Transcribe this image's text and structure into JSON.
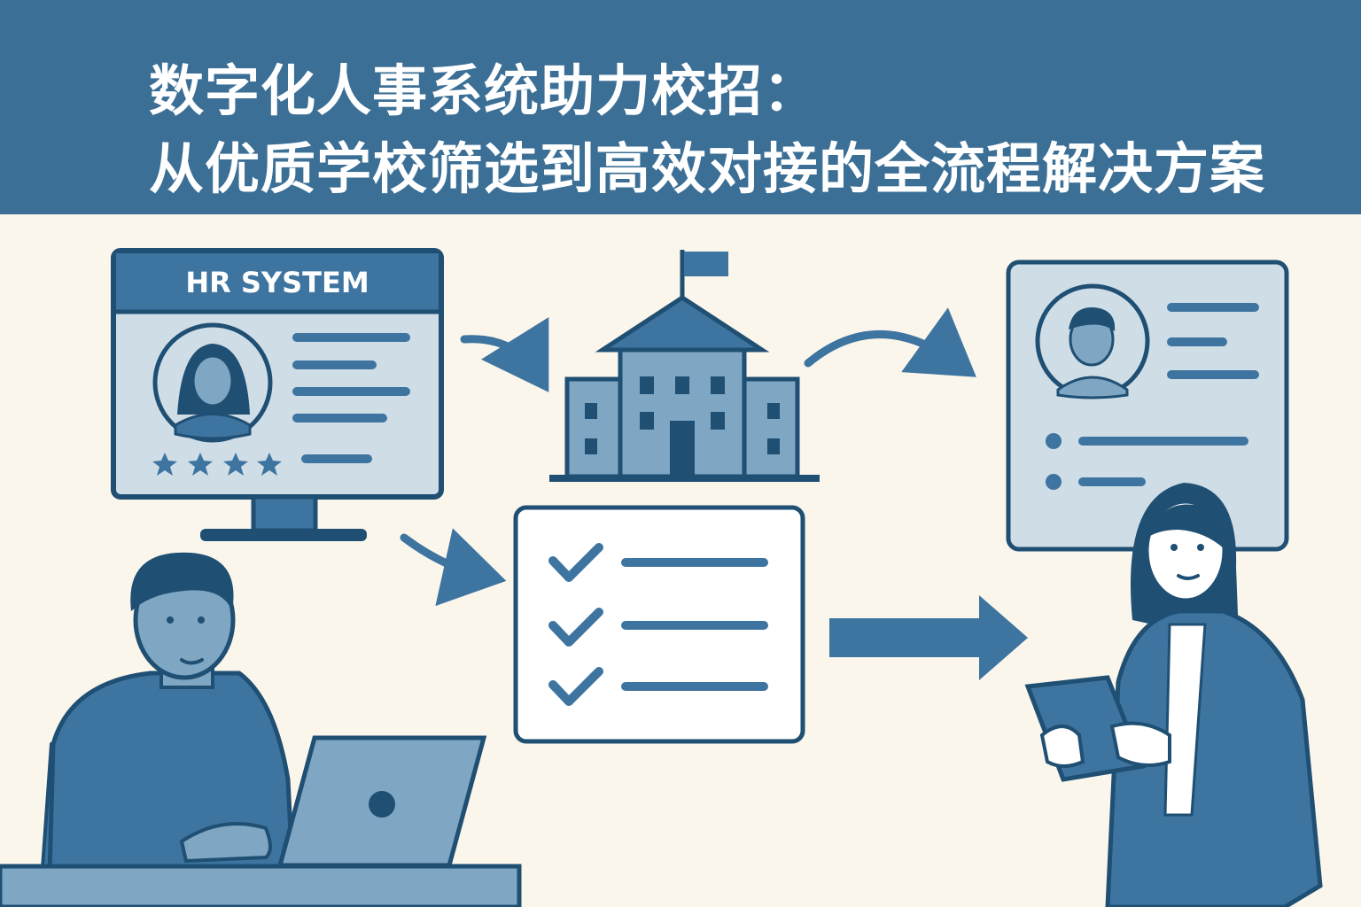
{
  "header": {
    "title_line1": "数字化人事系统助力校招：",
    "title_line2": "从优质学校筛选到高效对接的全流程解决方案"
  },
  "hr_monitor": {
    "label": "HR SYSTEM",
    "rating_stars": 4
  },
  "checklist": {
    "checked_items": 3
  },
  "colors": {
    "banner": "#3b6f96",
    "background": "#fbf6ec",
    "dark_blue": "#1f4f73",
    "mid_blue": "#3e74a0",
    "light_blue": "#cfdde6",
    "pale_blue": "#7fa6c2"
  },
  "icons": [
    "monitor-icon",
    "school-building-icon",
    "flag-icon",
    "checklist-icon",
    "check-icon",
    "candidate-profile-icon",
    "arrow-icon",
    "laptop-icon",
    "tablet-icon"
  ]
}
